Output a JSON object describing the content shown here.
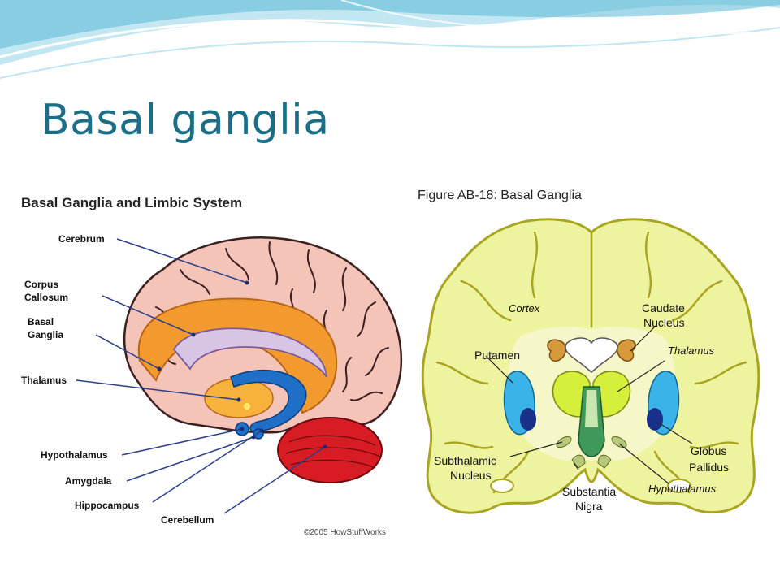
{
  "slide": {
    "title": "Basal ganglia"
  },
  "left_figure": {
    "title": "Basal Ganglia and Limbic System",
    "credit": "©2005 HowStuffWorks",
    "labels": {
      "cerebrum": "Cerebrum",
      "corpus1": "Corpus",
      "corpus2": "Callosum",
      "basal1": "Basal",
      "basal2": "Ganglia",
      "thalamus": "Thalamus",
      "hypothalamus": "Hypothalamus",
      "amygdala": "Amygdala",
      "hippocampus": "Hippocampus",
      "cerebellum": "Cerebellum"
    }
  },
  "right_figure": {
    "title": "Figure AB-18: Basal Ganglia",
    "labels": {
      "cortex": "Cortex",
      "caudate1": "Caudate",
      "caudate2": "Nucleus",
      "putamen": "Putamen",
      "thalamus": "Thalamus",
      "globus1": "Globus",
      "globus2": "Pallidus",
      "subthalamic1": "Subthalamic",
      "subthalamic2": "Nucleus",
      "hypothalamus": "Hypothalamus",
      "substantia1": "Substantia",
      "substantia2": "Nigra"
    }
  },
  "colors": {
    "title": "#1a6e86",
    "brain": "#f4c4b8",
    "orange": "#f39a2e",
    "lilac": "#d8c4e4",
    "blue": "#1f6fc8",
    "cerebellum": "#d81c24",
    "cortex_yellow": "#eef3a0",
    "putamen": "#3ab4e8",
    "thalamus_green": "#d6ef3a"
  }
}
